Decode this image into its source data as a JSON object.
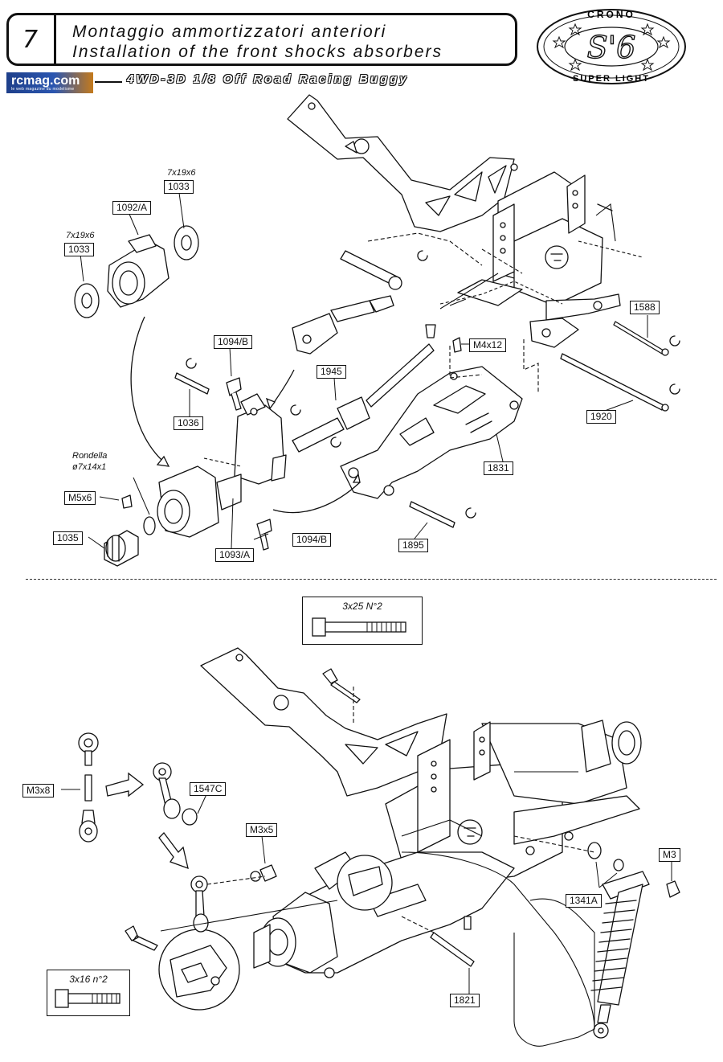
{
  "header": {
    "step_number": "7",
    "title_it": "Montaggio ammortizzatori anteriori",
    "title_en": "Installation of the front shocks absorbers",
    "subtitle": "4WD-3D 1/8 Off Road Racing Buggy"
  },
  "logo": {
    "text": "rcmag.com",
    "tagline": "le web magazine du modelisme"
  },
  "badge": {
    "top": "CRONO",
    "center": "S'6",
    "bottom": "SUPER LIGHT"
  },
  "top_section": {
    "labels": {
      "bearing_size_a": "7x19x6",
      "bearing_a": "1033",
      "bearing_size_b": "7x19x6",
      "bearing_b": "1033",
      "carrier": "1092/A",
      "screw_top": "1094/B",
      "pin_1036": "1036",
      "shaft_1945": "1945",
      "screw_m4x12": "M4x12",
      "pin_1588": "1588",
      "pin_1920": "1920",
      "arm_1831": "1831",
      "washer_title": "Rondella",
      "washer_size": "ø7x14x1",
      "grub_m5x6": "M5x6",
      "nut_1035": "1035",
      "block_1093a": "1093/A",
      "screw_bottom": "1094/B",
      "pin_1895": "1895"
    }
  },
  "bottom_section": {
    "callout_top": "3x25 N°2",
    "callout_bottom": "3x16 n°2",
    "labels": {
      "rod_m3x8": "M3x8",
      "cap_1547c": "1547C",
      "screw_m3x5": "M3x5",
      "spacer_1341a": "1341A",
      "nut_m3": "M3",
      "pin_1821": "1821"
    }
  }
}
